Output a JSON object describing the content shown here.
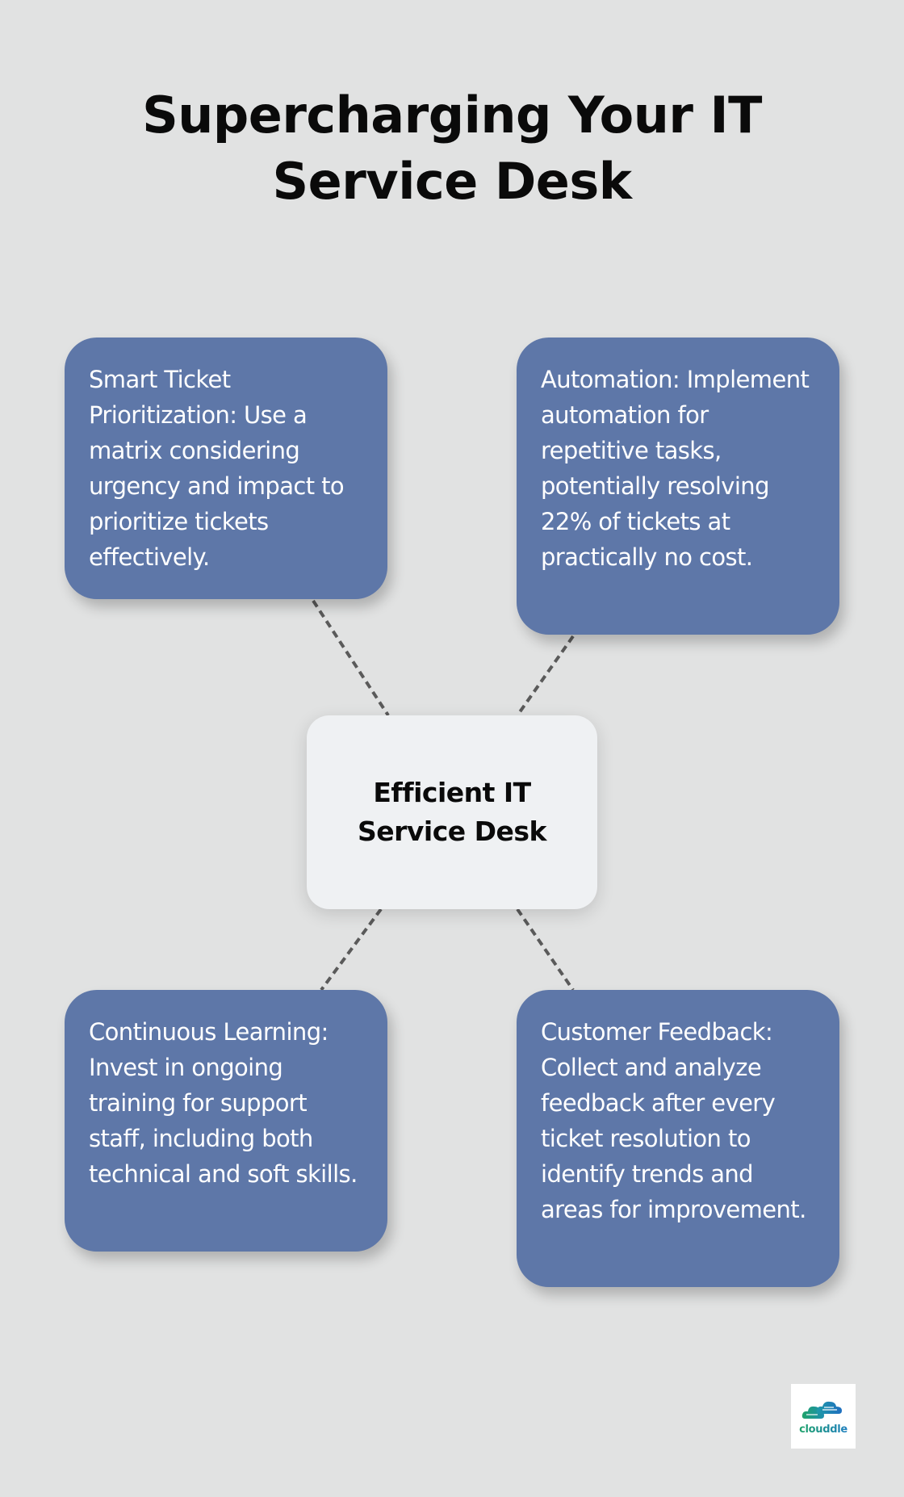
{
  "title": "Supercharging Your IT Service Desk",
  "center": {
    "label": "Efficient IT Service Desk"
  },
  "nodes": [
    {
      "id": "smart-ticket-prioritization",
      "text": "Smart Ticket Prioritization: Use a matrix considering urgency and impact to prioritize tickets effectively."
    },
    {
      "id": "automation",
      "text": "Automation: Implement automation for repetitive tasks, potentially resolving 22% of tickets at practically no cost."
    },
    {
      "id": "continuous-learning",
      "text": "Continuous Learning: Invest in ongoing training for support staff, including both technical and soft skills."
    },
    {
      "id": "customer-feedback",
      "text": "Customer Feedback: Collect and analyze feedback after every ticket resolution to identify trends and areas for improvement."
    }
  ],
  "logo": {
    "icon": "cloud-logo-icon",
    "text": "clouddle"
  },
  "colors": {
    "background": "#e1e2e2",
    "node_fill": "#5e77a8",
    "center_fill": "#eff1f3",
    "connector": "#5a5a5a",
    "logo_green": "#1fa36a",
    "logo_blue": "#1f7fbf"
  }
}
